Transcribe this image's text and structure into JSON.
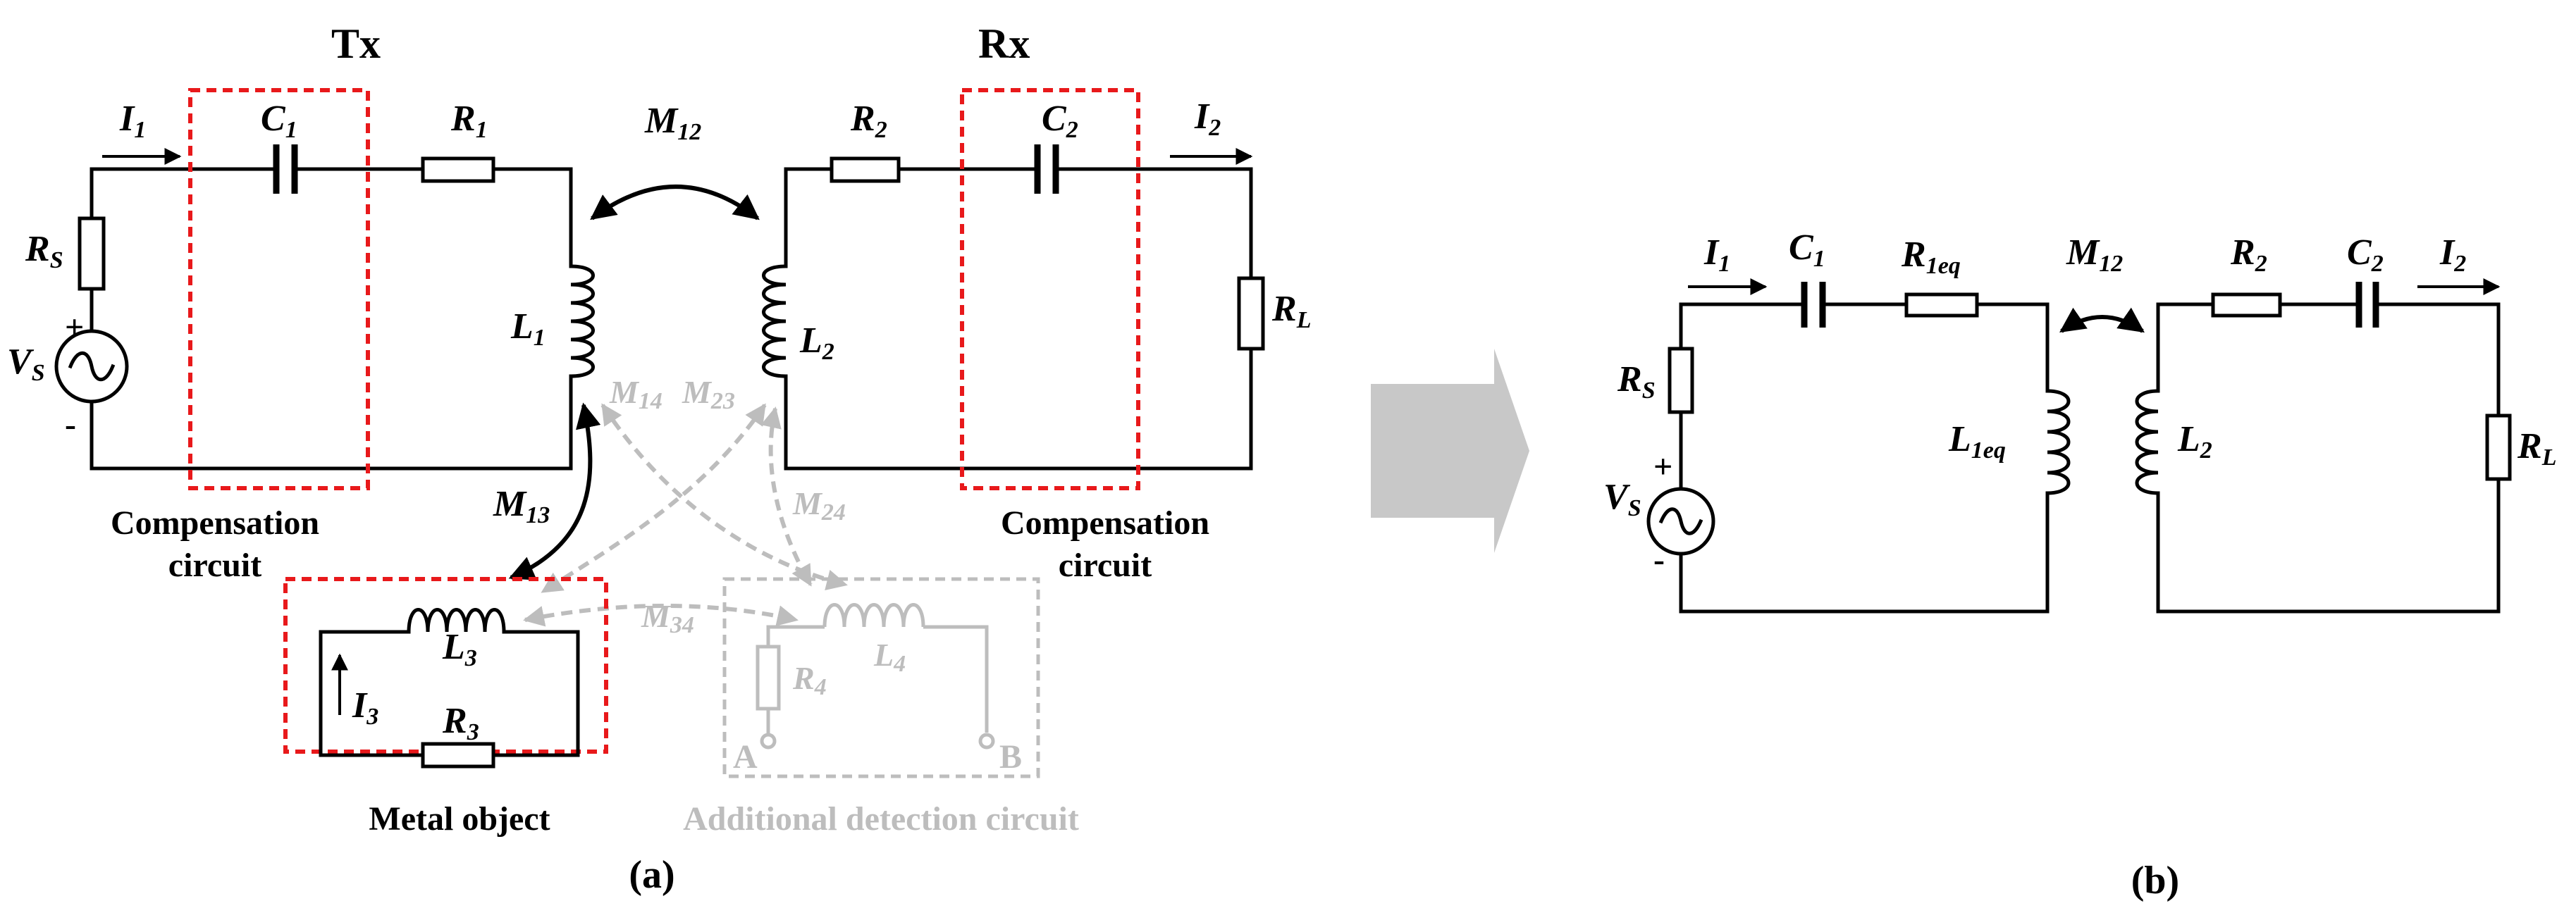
{
  "panel_a": {
    "tx_title": "Tx",
    "rx_title": "Rx",
    "I1": {
      "main": "I",
      "sub": "1"
    },
    "C1": {
      "main": "C",
      "sub": "1"
    },
    "R1": {
      "main": "R",
      "sub": "1"
    },
    "M12": {
      "main": "M",
      "sub": "12"
    },
    "R2": {
      "main": "R",
      "sub": "2"
    },
    "C2": {
      "main": "C",
      "sub": "2"
    },
    "I2": {
      "main": "I",
      "sub": "2"
    },
    "RS": {
      "main": "R",
      "sub": "S"
    },
    "VS": {
      "main": "V",
      "sub": "S"
    },
    "L1": {
      "main": "L",
      "sub": "1"
    },
    "L2": {
      "main": "L",
      "sub": "2"
    },
    "RL": {
      "main": "R",
      "sub": "L"
    },
    "M13": {
      "main": "M",
      "sub": "13"
    },
    "M14": {
      "main": "M",
      "sub": "14"
    },
    "M23": {
      "main": "M",
      "sub": "23"
    },
    "M24": {
      "main": "M",
      "sub": "24"
    },
    "M34": {
      "main": "M",
      "sub": "34"
    },
    "L3": {
      "main": "L",
      "sub": "3"
    },
    "I3": {
      "main": "I",
      "sub": "3"
    },
    "R3": {
      "main": "R",
      "sub": "3"
    },
    "L4": {
      "main": "L",
      "sub": "4"
    },
    "R4": {
      "main": "R",
      "sub": "4"
    },
    "plus": "+",
    "minus": "-",
    "terminal_a": "A",
    "terminal_b": "B",
    "comp_left_line1": "Compensation",
    "comp_left_line2": "circuit",
    "comp_right_line1": "Compensation",
    "comp_right_line2": "circuit",
    "metal_object": "Metal object",
    "additional_detection": "Additional detection circuit",
    "caption": "(a)"
  },
  "panel_b": {
    "I1": {
      "main": "I",
      "sub": "1"
    },
    "C1": {
      "main": "C",
      "sub": "1"
    },
    "R1eq": {
      "main": "R",
      "sub": "1eq"
    },
    "M12": {
      "main": "M",
      "sub": "12"
    },
    "R2": {
      "main": "R",
      "sub": "2"
    },
    "C2": {
      "main": "C",
      "sub": "2"
    },
    "I2": {
      "main": "I",
      "sub": "2"
    },
    "RS": {
      "main": "R",
      "sub": "S"
    },
    "VS": {
      "main": "V",
      "sub": "S"
    },
    "L1eq": {
      "main": "L",
      "sub": "1eq"
    },
    "L2": {
      "main": "L",
      "sub": "2"
    },
    "RL": {
      "main": "R",
      "sub": "L"
    },
    "plus": "+",
    "minus": "-",
    "caption": "(b)"
  },
  "colors": {
    "wire": "#000000",
    "highlight_box": "#e8191b",
    "inactive": "#bdbdbd",
    "arrow_fill": "#c8c8c8"
  }
}
